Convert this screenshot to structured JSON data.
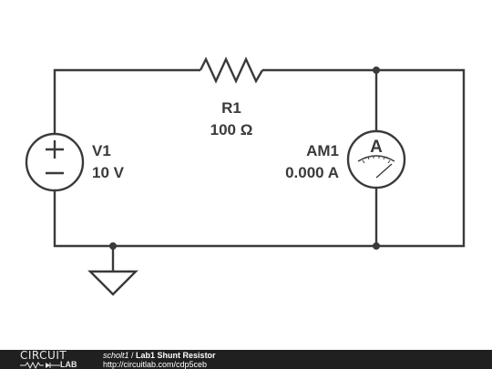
{
  "schematic": {
    "resistor": {
      "name": "R1",
      "value": "100 Ω"
    },
    "source": {
      "name": "V1",
      "value": "10 V"
    },
    "ammeter": {
      "name": "AM1",
      "value": "0.000 A",
      "symbol": "A"
    }
  },
  "footer": {
    "logo_top": "CIRCUIT",
    "logo_bottom": "LAB",
    "user": "scholt1",
    "separator": " / ",
    "title": "Lab1 Shunt Resistor",
    "url": "http://circuitlab.com/cdp5ceb"
  },
  "colors": {
    "ink": "#3a3a3a",
    "footer_bg": "#202020"
  }
}
